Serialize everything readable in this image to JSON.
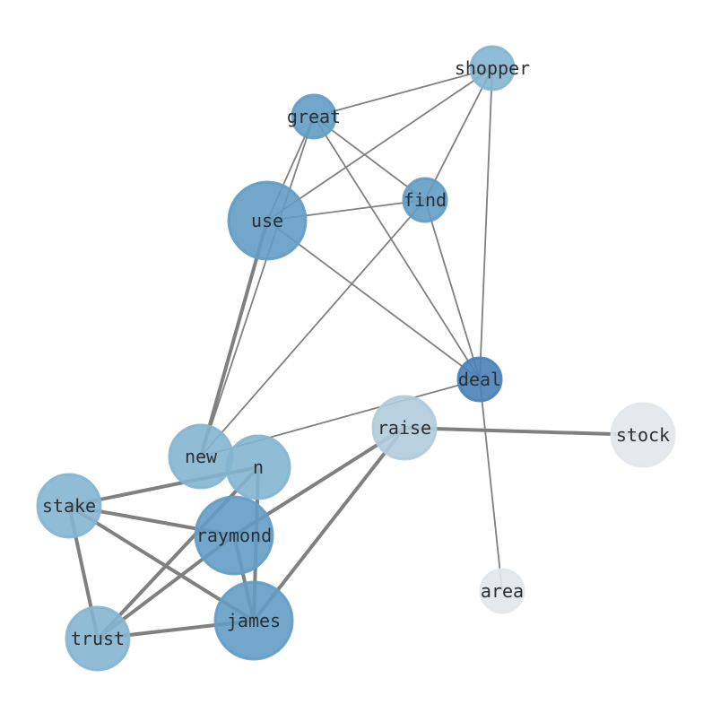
{
  "nodes": [
    {
      "id": "shopper",
      "label": "shopper",
      "color": "#8fc2e0",
      "size": "small"
    },
    {
      "id": "great",
      "label": "great",
      "color": "#6aa8d3",
      "size": "small"
    },
    {
      "id": "find",
      "label": "find",
      "color": "#6aa8d3",
      "size": "small"
    },
    {
      "id": "use",
      "label": "use",
      "color": "#6aa8d3",
      "size": "large"
    },
    {
      "id": "deal",
      "label": "deal",
      "color": "#4f8cc6",
      "size": "small"
    },
    {
      "id": "raise",
      "label": "raise",
      "color": "#bfdaeb",
      "size": "medium"
    },
    {
      "id": "stock",
      "label": "stock",
      "color": "#f3f8fd",
      "size": "medium"
    },
    {
      "id": "new",
      "label": "new",
      "color": "#8fc2e0",
      "size": "medium"
    },
    {
      "id": "n",
      "label": "n",
      "color": "#8fc2e0",
      "size": "medium"
    },
    {
      "id": "stake",
      "label": "stake",
      "color": "#8fc2e0",
      "size": "medium"
    },
    {
      "id": "raymond",
      "label": "raymond",
      "color": "#6aa8d3",
      "size": "large"
    },
    {
      "id": "area",
      "label": "area",
      "color": "#f3f8fd",
      "size": "small"
    },
    {
      "id": "james",
      "label": "james",
      "color": "#6aa8d3",
      "size": "large"
    },
    {
      "id": "trust",
      "label": "trust",
      "color": "#8fc2e0",
      "size": "medium"
    }
  ],
  "edges": [
    [
      "shopper",
      "great",
      1
    ],
    [
      "shopper",
      "use",
      1
    ],
    [
      "shopper",
      "find",
      1
    ],
    [
      "shopper",
      "deal",
      1
    ],
    [
      "great",
      "find",
      1
    ],
    [
      "great",
      "deal",
      1
    ],
    [
      "great",
      "new",
      1
    ],
    [
      "great",
      "use",
      1
    ],
    [
      "use",
      "find",
      1
    ],
    [
      "use",
      "deal",
      1
    ],
    [
      "use",
      "new",
      2
    ],
    [
      "find",
      "deal",
      1
    ],
    [
      "find",
      "new",
      1
    ],
    [
      "deal",
      "new",
      1
    ],
    [
      "deal",
      "area",
      1
    ],
    [
      "raise",
      "stock",
      2
    ],
    [
      "raise",
      "raymond",
      2
    ],
    [
      "raise",
      "james",
      2
    ],
    [
      "stake",
      "n",
      2
    ],
    [
      "stake",
      "raymond",
      2
    ],
    [
      "stake",
      "james",
      2
    ],
    [
      "stake",
      "trust",
      2
    ],
    [
      "trust",
      "n",
      2
    ],
    [
      "trust",
      "raymond",
      2
    ],
    [
      "trust",
      "james",
      2
    ],
    [
      "n",
      "james",
      2
    ],
    [
      "raymond",
      "james",
      2
    ]
  ],
  "edge_color": "#808080"
}
